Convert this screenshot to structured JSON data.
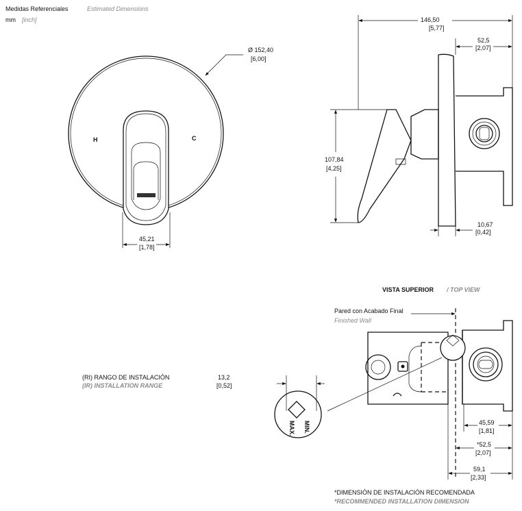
{
  "header": {
    "title_es": "Medidas Referenciales",
    "title_en": "Estimated Dimensions",
    "unit_mm": "mm",
    "unit_inch": "[inch]"
  },
  "front_view": {
    "diameter_mm": "Ø 152,40",
    "diameter_in": "[6,00]",
    "hot_label": "H",
    "cold_label": "C",
    "handle_width_mm": "45,21",
    "handle_width_in": "[1,78]"
  },
  "side_view": {
    "depth_mm": "146,50",
    "depth_in": "[5,77]",
    "body_mm": "52,5",
    "body_in": "[2,07]",
    "height_mm": "107,84",
    "height_in": "[4,25]",
    "plate_mm": "10,67",
    "plate_in": "[0,42]"
  },
  "top_view": {
    "title_es": "VISTA SUPERIOR",
    "title_sep": " / ",
    "title_en": "TOP VIEW",
    "wall_es": "Pared con Acabado Final",
    "wall_en": "Finished Wall",
    "range_es": "(RI)   RANGO DE INSTALACIÓN",
    "range_en": "(IR)   INSTALLATION RANGE",
    "range_mm": "13,2",
    "range_in": "[0,52]",
    "min_label": "MIN.",
    "max_label": "MAX.",
    "dim1_mm": "45,59",
    "dim1_in": "[1,81]",
    "dim2_mm": "*52,5",
    "dim2_in": "[2,07]",
    "dim3_mm": "59,1",
    "dim3_in": "[2,33]",
    "note_es": "*DIMENSIÓN DE INSTALACIÓN RECOMENDADA",
    "note_en": "*RECOMMENDED INSTALLATION DIMENSION"
  }
}
